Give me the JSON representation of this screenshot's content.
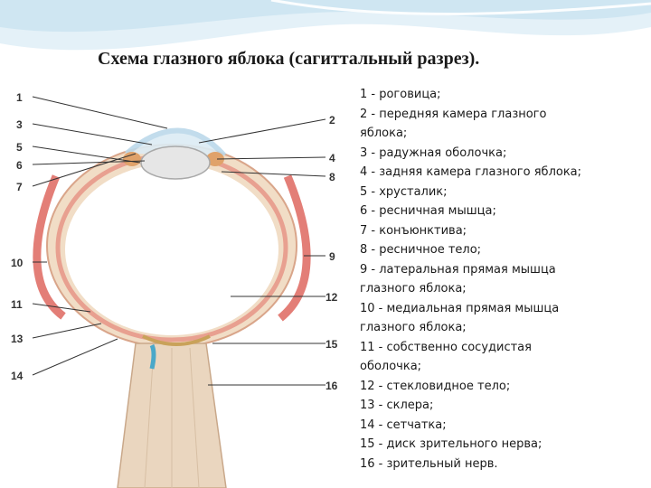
{
  "title": "Схема глазного яблока (сагиттальный разрез).",
  "labels": {
    "n1": "1",
    "n2": "2",
    "n3": "3",
    "n4": "4",
    "n5": "5",
    "n6": "6",
    "n7": "7",
    "n8": "8",
    "n9": "9",
    "n10": "10",
    "n11": "11",
    "n12": "12",
    "n13": "13",
    "n14": "14",
    "n15": "15",
    "n16": "16"
  },
  "legend": [
    "1 - роговица;",
    "2 - передняя камера глазного",
    "яблока;",
    "3 - радужная оболочка;",
    "4 - задняя камера глазного яблока;",
    "5 - хрусталик;",
    "6 - ресничная мышца;",
    "7 - конъюнктива;",
    "8 - ресничное тело;",
    "9 - латеральная прямая мышца",
    "глазного яблока;",
    "10 - медиальная прямая мышца",
    "глазного яблока;",
    "11 - собственно сосудистая",
    "оболочка;",
    "12 - стекловидное тело;",
    "13 - склера;",
    "14 - сетчатка;",
    "15 - диск зрительного нерва;",
    "16 - зрительный нерв."
  ],
  "colors": {
    "wave": "#cfe6f2",
    "sclera": "#f1ddc6",
    "muscle": "#d9534a",
    "retina": "#e8a090",
    "lens": "#e6e6e6",
    "cornea": "#dcecf5",
    "disc": "#4aa8c9"
  }
}
